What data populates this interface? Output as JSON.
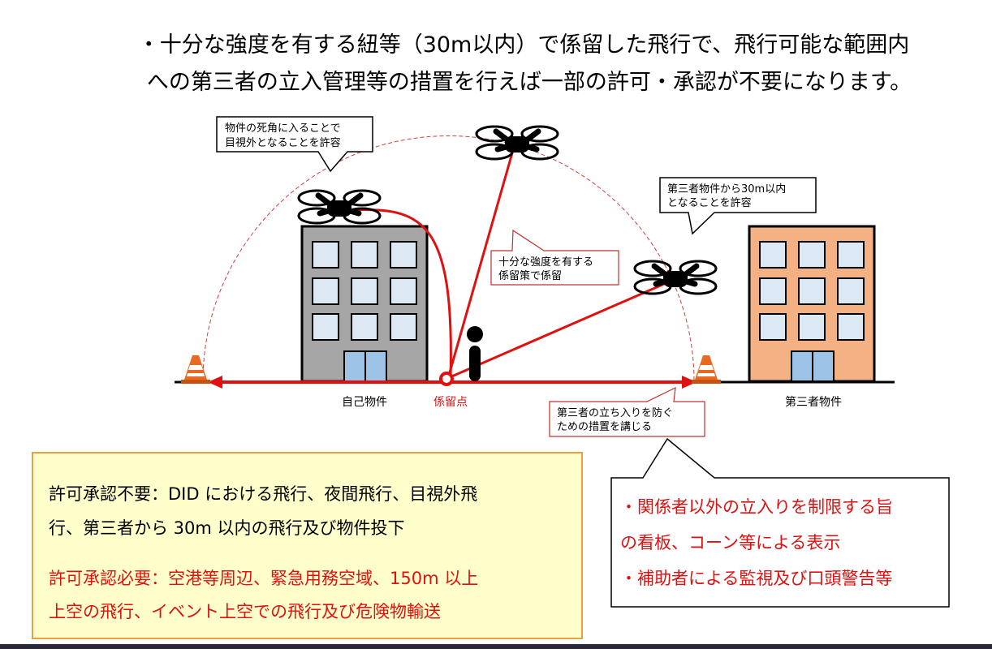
{
  "title": {
    "line1": "・十分な強度を有する紐等（30m以内）で係留した飛行で、飛行可能な範囲内",
    "line2": "への第三者の立入管理等の措置を行えば一部の許可・承認が不要になります。"
  },
  "diagram": {
    "callout_blind_spot": [
      "物件の死角に入ることで",
      "目視外となることを許容"
    ],
    "callout_30m": [
      "第三者物件から30m以内",
      "となることを許容"
    ],
    "callout_tether": [
      "十分な強度を有する",
      "係留策で係留"
    ],
    "callout_entry": [
      "第三者の立ち入りを防ぐ",
      "ための措置を講じる"
    ],
    "label_own_property": "自己物件",
    "label_tether_point": "係留点",
    "label_third_party_property": "第三者物件"
  },
  "notes_box": {
    "not_required": [
      "許可承認不要：DID における飛行、夜間飛行、目視外飛",
      "行、第三者から 30m 以内の飛行及び物件投下"
    ],
    "required": [
      "許可承認必要：空港等周辺、緊急用務空域、150m 以上",
      "上空の飛行、イベント上空での飛行及び危険物輸送"
    ]
  },
  "measures_box": {
    "items": [
      "・関係者以外の立入りを制限する旨",
      "の看板、コーン等による表示",
      "・補助者による監視及び口頭警告等"
    ]
  },
  "colors": {
    "red": "#e01010",
    "own_building": "#a6a6a6",
    "third_building": "#f4b183",
    "window": "#dde8f5",
    "door": "#9dc3e6",
    "note_bg": "#ffffcc",
    "note_border": "#e8a040"
  }
}
